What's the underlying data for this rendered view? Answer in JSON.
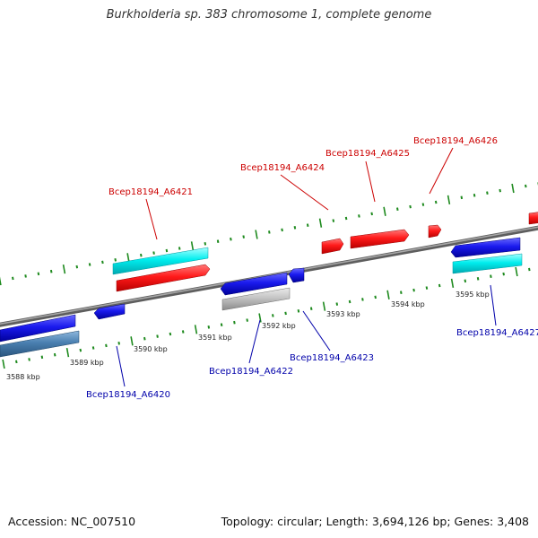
{
  "title": "Burkholderia sp. 383 chromosome 1, complete genome",
  "footer": {
    "accession": "Accession: NC_007510",
    "topology": "Topology: circular; Length: 3,694,126 bp; Genes: 3,408"
  },
  "colors": {
    "forward_gene": "#ff1a1a",
    "forward_gene_alt": "#00e5ee",
    "reverse_gene": "#1a1aee",
    "reverse_gene_alt": "#4a7fb0",
    "reverse_gene_grey": "#b8b8b8",
    "forward_label": "#cc0000",
    "reverse_label": "#0000aa",
    "tick": "#1e8a1e",
    "backbone": "#7a7a7a"
  },
  "kbp_ticks": [
    {
      "label": "3588 kbp"
    },
    {
      "label": "3589 kbp"
    },
    {
      "label": "3590 kbp"
    },
    {
      "label": "3591 kbp"
    },
    {
      "label": "3592 kbp"
    },
    {
      "label": "3593 kbp"
    },
    {
      "label": "3594 kbp"
    },
    {
      "label": "3595 kbp"
    }
  ],
  "gene_labels": [
    {
      "name": "Bcep18194_A6421",
      "strand": "forward"
    },
    {
      "name": "Bcep18194_A6424",
      "strand": "forward"
    },
    {
      "name": "Bcep18194_A6425",
      "strand": "forward"
    },
    {
      "name": "Bcep18194_A6426",
      "strand": "forward"
    },
    {
      "name": "Bcep18194_A6420",
      "strand": "reverse"
    },
    {
      "name": "Bcep18194_A6422",
      "strand": "reverse"
    },
    {
      "name": "Bcep18194_A6423",
      "strand": "reverse"
    },
    {
      "name": "Bcep18194_A6427",
      "strand": "reverse"
    }
  ]
}
